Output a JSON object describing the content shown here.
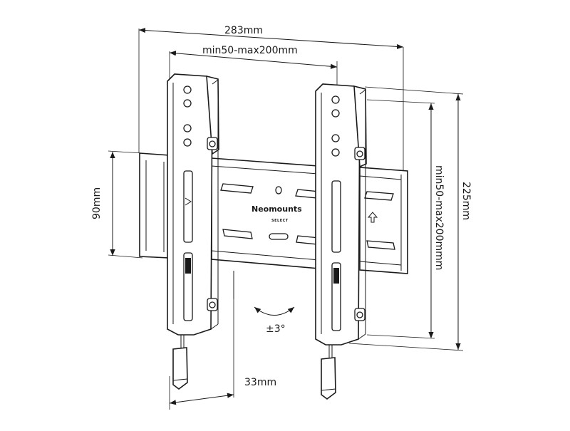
{
  "dimensions": {
    "overall_width": "283mm",
    "hole_spacing_horizontal": "min50-max200mm",
    "overall_height": "225mm",
    "hole_spacing_vertical": "min50-max200mmm",
    "rail_height": "90mm",
    "wall_distance": "33mm",
    "tilt": "±3°"
  },
  "brand": {
    "name": "Neomounts",
    "sub": "SELECT"
  },
  "colors": {
    "line": "#1a1a1a",
    "background": "#ffffff"
  }
}
